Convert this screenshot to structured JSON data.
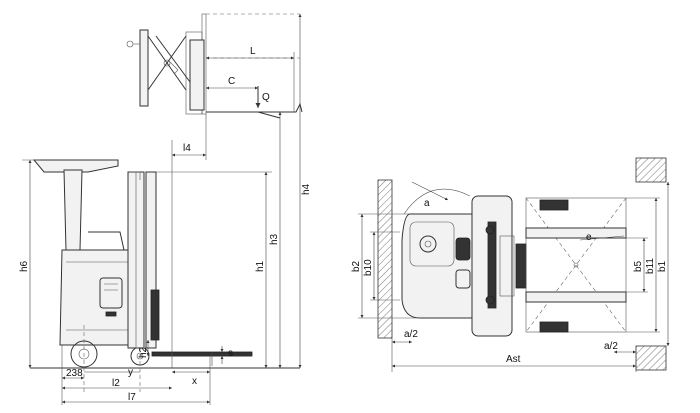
{
  "side_view": {
    "dimensions": {
      "L": "L",
      "C": "C",
      "Q": "Q",
      "l4": "l4",
      "h4": "h4",
      "h3": "h3",
      "h1": "h1",
      "h6": "h6",
      "h2": "h2",
      "s": "s",
      "l2": "l2",
      "l7": "l7",
      "y": "y",
      "x": "x",
      "v238": "238"
    }
  },
  "top_view": {
    "dimensions": {
      "a": "a",
      "b2": "b2",
      "b10": "b10",
      "b5": "b5",
      "b11": "b11",
      "b1": "b1",
      "e": "e",
      "a2_left": "a/2",
      "a2_right": "a/2",
      "Ast": "Ast"
    }
  }
}
